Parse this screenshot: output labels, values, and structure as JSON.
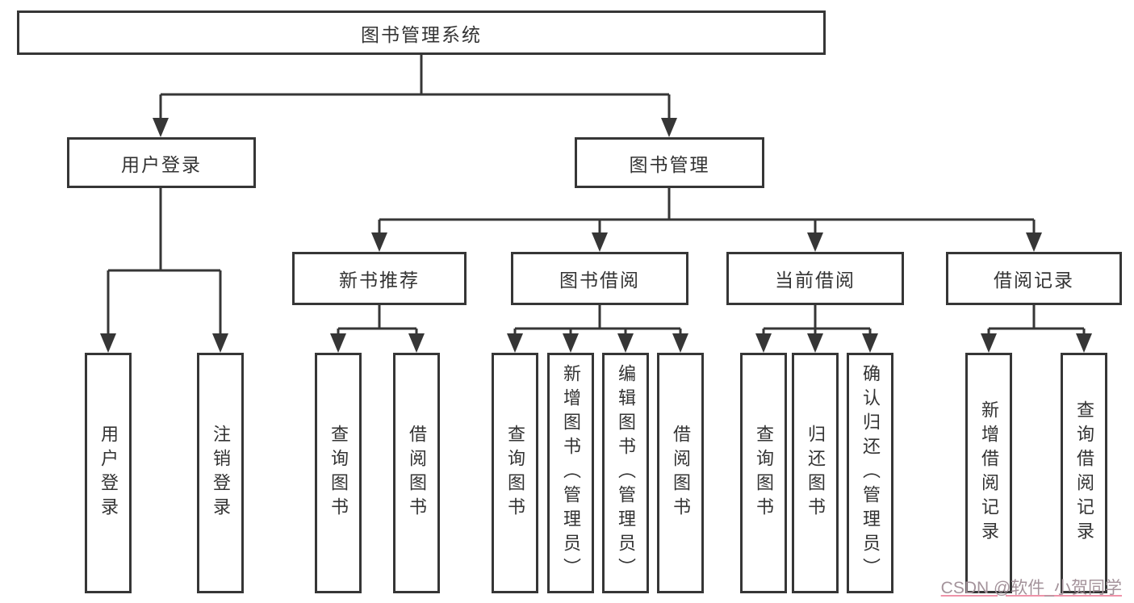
{
  "diagram": {
    "root": {
      "label": "图书管理系统"
    },
    "level2": [
      {
        "label": "用户登录"
      },
      {
        "label": "图书管理"
      }
    ],
    "level3": [
      {
        "label": "新书推荐",
        "parent": "图书管理"
      },
      {
        "label": "图书借阅",
        "parent": "图书管理"
      },
      {
        "label": "当前借阅",
        "parent": "图书管理"
      },
      {
        "label": "借阅记录",
        "parent": "图书管理"
      }
    ],
    "leaves": [
      {
        "label": "用户登录",
        "parent": "用户登录"
      },
      {
        "label": "注销登录",
        "parent": "用户登录"
      },
      {
        "label": "查询图书",
        "parent": "新书推荐"
      },
      {
        "label": "借阅图书",
        "parent": "新书推荐"
      },
      {
        "label": "查询图书",
        "parent": "图书借阅"
      },
      {
        "label": "新增图书（管理员）",
        "parent": "图书借阅"
      },
      {
        "label": "编辑图书（管理员）",
        "parent": "图书借阅"
      },
      {
        "label": "借阅图书",
        "parent": "图书借阅"
      },
      {
        "label": "查询图书",
        "parent": "当前借阅"
      },
      {
        "label": "归还图书",
        "parent": "当前借阅"
      },
      {
        "label": "确认归还（管理员）",
        "parent": "当前借阅"
      },
      {
        "label": "新增借阅记录",
        "parent": "借阅记录"
      },
      {
        "label": "查询借阅记录",
        "parent": "借阅记录"
      }
    ],
    "colors": {
      "line": "#363636",
      "text": "#333333",
      "box_fill": "#ffffff",
      "watermark_text": "#a4939b",
      "watermark_underline": "#ef93a9",
      "background": "#ffffff"
    },
    "watermark": "CSDN @软件_小贺同学"
  }
}
